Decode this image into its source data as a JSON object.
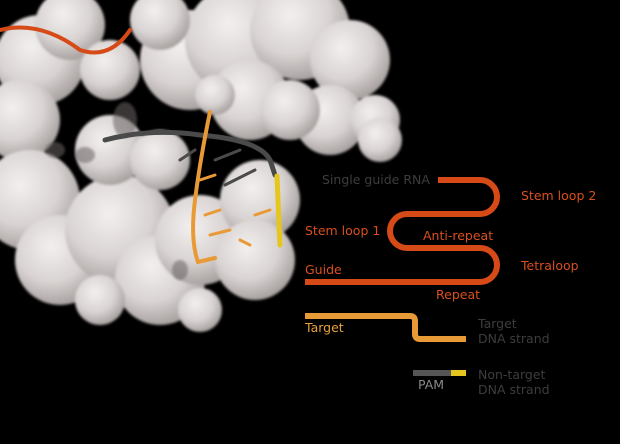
{
  "colors": {
    "sgrna": "#d64a17",
    "target": "#e89a36",
    "nontarget": "#555555",
    "pam": "#e6c51f",
    "protein": "#e4e0df",
    "background": "#000000"
  },
  "legend": {
    "single_guide_rna": "Single guide RNA",
    "stem_loop_2": "Stem loop 2",
    "stem_loop_1": "Stem loop 1",
    "anti_repeat": "Anti-repeat",
    "tetraloop": "Tetraloop",
    "guide": "Guide",
    "repeat": "Repeat",
    "target": "Target",
    "target_dna_strand_line1": "Target",
    "target_dna_strand_line2": "DNA strand",
    "pam": "PAM",
    "nontarget_dna_strand_line1": "Non-target",
    "nontarget_dna_strand_line2": "DNA strand"
  }
}
